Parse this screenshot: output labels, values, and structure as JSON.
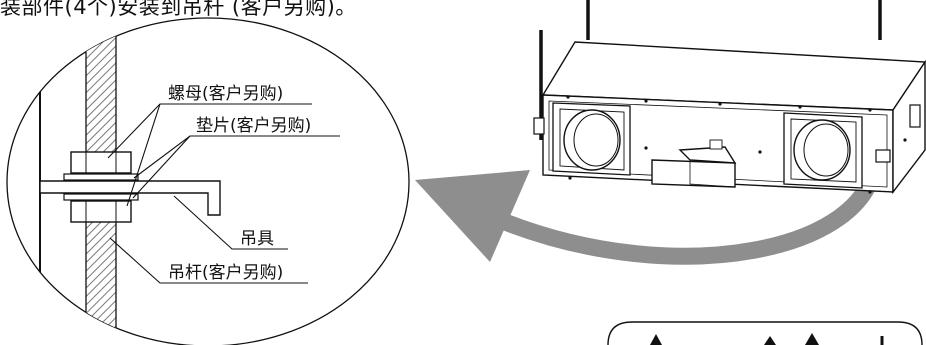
{
  "heading": "装部件(4个)安装到吊杆 (客户另购)。",
  "callouts": {
    "nut": "螺母(客户另购)",
    "washer": "垫片(客户另购)",
    "hanger": "吊具",
    "rod": "吊杆(客户另购)"
  },
  "colors": {
    "line": "#111111",
    "arrow": "#8e8e8e",
    "hatch": "#8a8a8a"
  }
}
